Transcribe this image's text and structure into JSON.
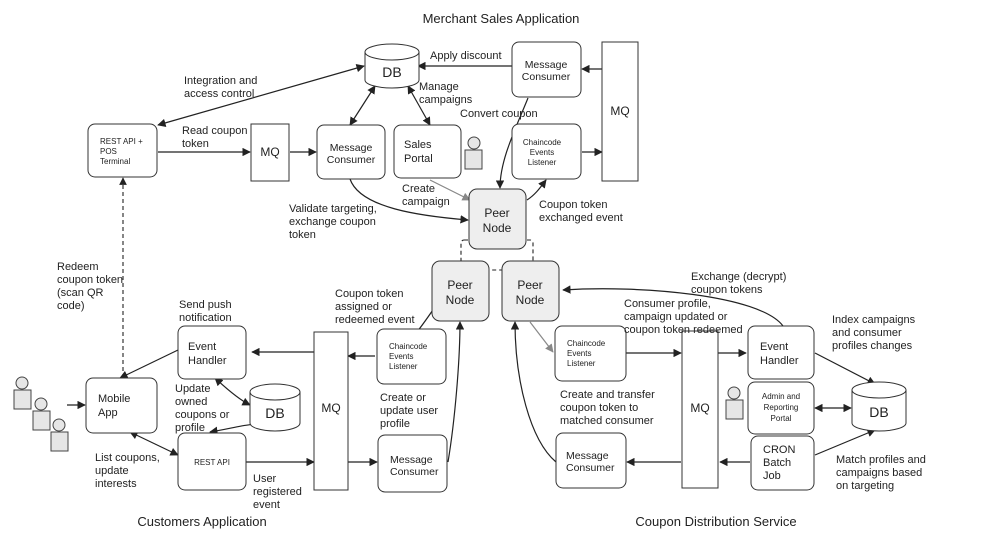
{
  "titles": {
    "merchant": "Merchant Sales Application",
    "customers": "Customers Application",
    "coupon": "Coupon Distribution Service"
  },
  "nodes": {
    "db_top": "DB",
    "msg_consumer_tr": [
      "Message",
      "Consumer"
    ],
    "mq_top_right": "MQ",
    "chaincode_tr": [
      "Chaincode",
      "Events",
      "Listener"
    ],
    "rest_pos": [
      "REST API +",
      "POS",
      "Terminal"
    ],
    "mq_top_left": "MQ",
    "msg_consumer_tm": [
      "Message",
      "Consumer"
    ],
    "sales_portal": [
      "Sales",
      "Portal"
    ],
    "peer_top": [
      "Peer",
      "Node"
    ],
    "peer_left": [
      "Peer",
      "Node"
    ],
    "peer_right": [
      "Peer",
      "Node"
    ],
    "event_handler_l": [
      "Event",
      "Handler"
    ],
    "mobile_app": [
      "Mobile",
      "App"
    ],
    "db_left": "DB",
    "rest_api": "REST API",
    "mq_left": "MQ",
    "chaincode_l": [
      "Chaincode",
      "Events",
      "Listener"
    ],
    "msg_consumer_l": [
      "Message",
      "Consumer"
    ],
    "chaincode_r": [
      "Chaincode",
      "Events",
      "Listener"
    ],
    "mq_right": "MQ",
    "msg_consumer_r": [
      "Message",
      "Consumer"
    ],
    "event_handler_r": [
      "Event",
      "Handler"
    ],
    "admin_portal": [
      "Admin and",
      "Reporting",
      "Portal"
    ],
    "cron_job": [
      "CRON",
      "Batch",
      "Job"
    ],
    "db_right": "DB"
  },
  "labels": {
    "apply_discount": [
      "Apply discount"
    ],
    "integration": [
      "Integration and",
      "access control"
    ],
    "manage_campaigns": [
      "Manage",
      "campaigns"
    ],
    "convert_coupon": [
      "Convert coupon"
    ],
    "read_coupon": [
      "Read coupon",
      "token"
    ],
    "create_campaign": [
      "Create",
      "campaign"
    ],
    "validate": [
      "Validate targeting,",
      "exchange coupon",
      "token"
    ],
    "exchanged_event": [
      "Coupon token",
      "exchanged event"
    ],
    "redeem": [
      "Redeem",
      "coupon token",
      "(scan QR",
      "code)"
    ],
    "exchange_decrypt": [
      "Exchange (decrypt)",
      "coupon tokens"
    ],
    "assigned": [
      "Coupon token",
      "assigned or",
      "redeemed event"
    ],
    "send_push": [
      "Send push",
      "notification"
    ],
    "consumer_profile": [
      "Consumer profile,",
      "campaign updated or",
      "coupon token redeemed"
    ],
    "index_campaigns": [
      "Index campaigns",
      "and consumer",
      "profiles changes"
    ],
    "update_owned": [
      "Update",
      "owned",
      "coupons or",
      "profile"
    ],
    "create_update_user": [
      "Create or",
      "update user",
      "profile"
    ],
    "create_transfer": [
      "Create and transfer",
      "coupon token to",
      "matched consumer"
    ],
    "list_coupons": [
      "List coupons,",
      "update",
      "interests"
    ],
    "user_registered": [
      "User",
      "registered",
      "event"
    ],
    "match_profiles": [
      "Match profiles and",
      "campaigns based",
      "on targeting"
    ]
  }
}
